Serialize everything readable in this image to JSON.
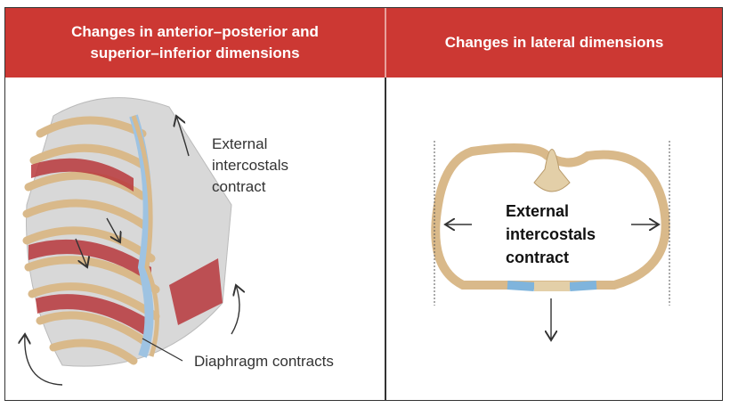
{
  "headers": {
    "left": "Changes in anterior–posterior and superior–inferior dimensions",
    "right": "Changes in lateral dimensions"
  },
  "left_panel": {
    "label_intercostals": [
      "External",
      "intercostals",
      "contract"
    ],
    "label_diaphragm": "Diaphragm contracts"
  },
  "right_panel": {
    "label_intercostals": [
      "External",
      "intercostals",
      "contract"
    ]
  },
  "colors": {
    "header": "#cc3833",
    "bone": "#d9b98a",
    "cartilage": "#7fb4dc",
    "muscle": "#b8383c"
  }
}
